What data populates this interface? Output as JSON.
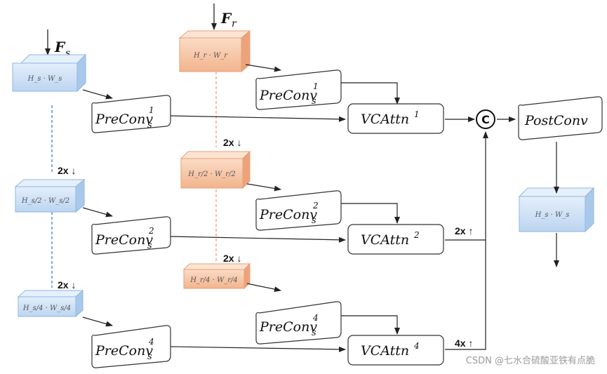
{
  "inputs": {
    "fs": {
      "main": "F",
      "sub": "s"
    },
    "fr": {
      "main": "F",
      "sub": "r"
    }
  },
  "cubes": {
    "s1": "H_s · W_s",
    "s2": "H_s/2 · W_s/2",
    "s4": "H_s/4 · W_s/4",
    "r1": "H_r · W_r",
    "r2": "H_r/2 · W_r/2",
    "r4": "H_r/4 · W_r/4",
    "out": "H_s · W_s"
  },
  "scales": {
    "down_s1": "2x ↓",
    "down_s2": "2x ↓",
    "down_r1": "2x ↓",
    "down_r2": "2x ↓",
    "up2": "2x ↑",
    "up4": "4x ↑"
  },
  "blocks": {
    "pre_left_1": {
      "base": "PreConv",
      "sub": "s",
      "sup": "1"
    },
    "pre_left_2": {
      "base": "PreConv",
      "sub": "s",
      "sup": "2"
    },
    "pre_left_4": {
      "base": "PreConv",
      "sub": "s",
      "sup": "4"
    },
    "pre_mid_1": {
      "base": "PreConv",
      "sub": "s",
      "sup": "1"
    },
    "pre_mid_2": {
      "base": "PreConv",
      "sub": "s",
      "sup": "2"
    },
    "pre_mid_4": {
      "base": "PreConv",
      "sub": "s",
      "sup": "4"
    },
    "vc1": {
      "base": "VCAttn",
      "sup": "1"
    },
    "vc2": {
      "base": "VCAttn",
      "sup": "2"
    },
    "vc4": {
      "base": "VCAttn",
      "sup": "4"
    },
    "post": {
      "base": "PostConv"
    }
  },
  "concat_symbol": "C",
  "watermark": "CSDN @七水合硫酸亚铁有点脆",
  "colors": {
    "blue_face": "#cfe2f7",
    "blue_edge": "#8fb6e0",
    "orange_face": "#f7c8a8",
    "orange_edge": "#e3a27a",
    "blue_dash": "#3f7fcf",
    "orange_dash": "#f0a070"
  }
}
